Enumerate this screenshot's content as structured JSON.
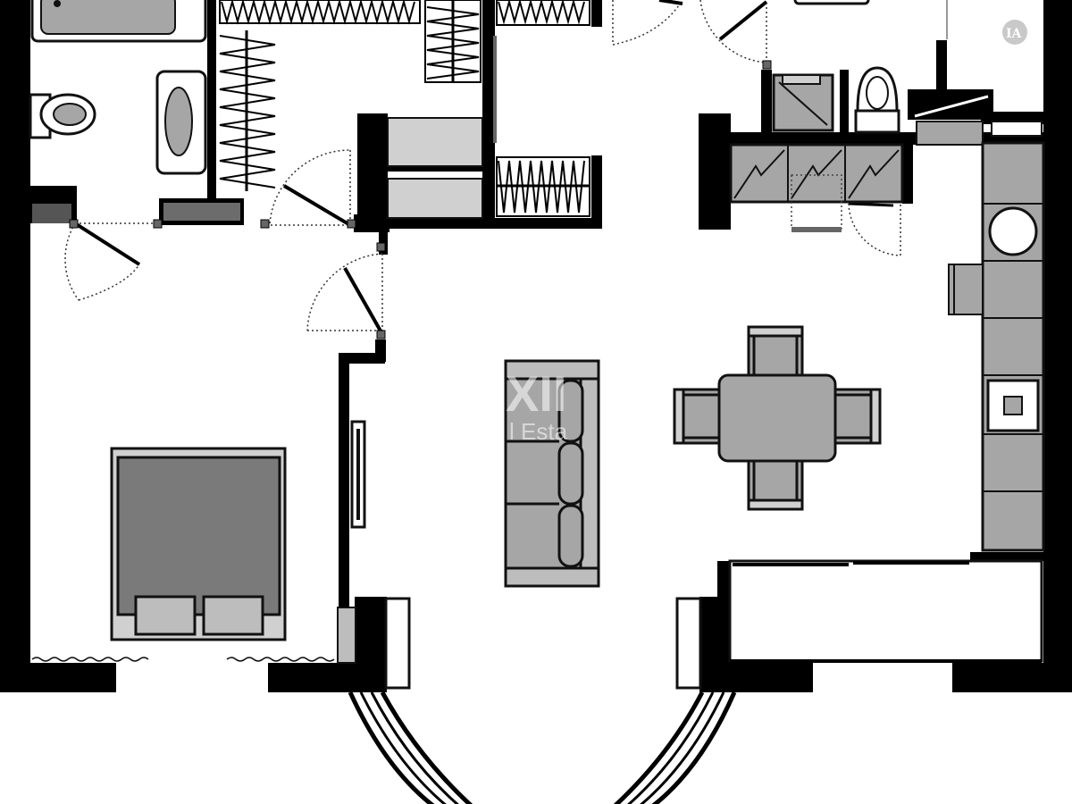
{
  "watermark": {
    "line1": "XII",
    "line2": "l Esta"
  },
  "logo": {
    "text": "IA"
  },
  "colors": {
    "wall": "#000000",
    "floor": "#ffffff",
    "furniture_dark": "#7a7a7a",
    "furniture_mid": "#a6a6a6",
    "furniture_light": "#d0d0d0",
    "outline": "#1a1a1a"
  },
  "icons": {
    "logo": "real-estate-badge-icon"
  }
}
